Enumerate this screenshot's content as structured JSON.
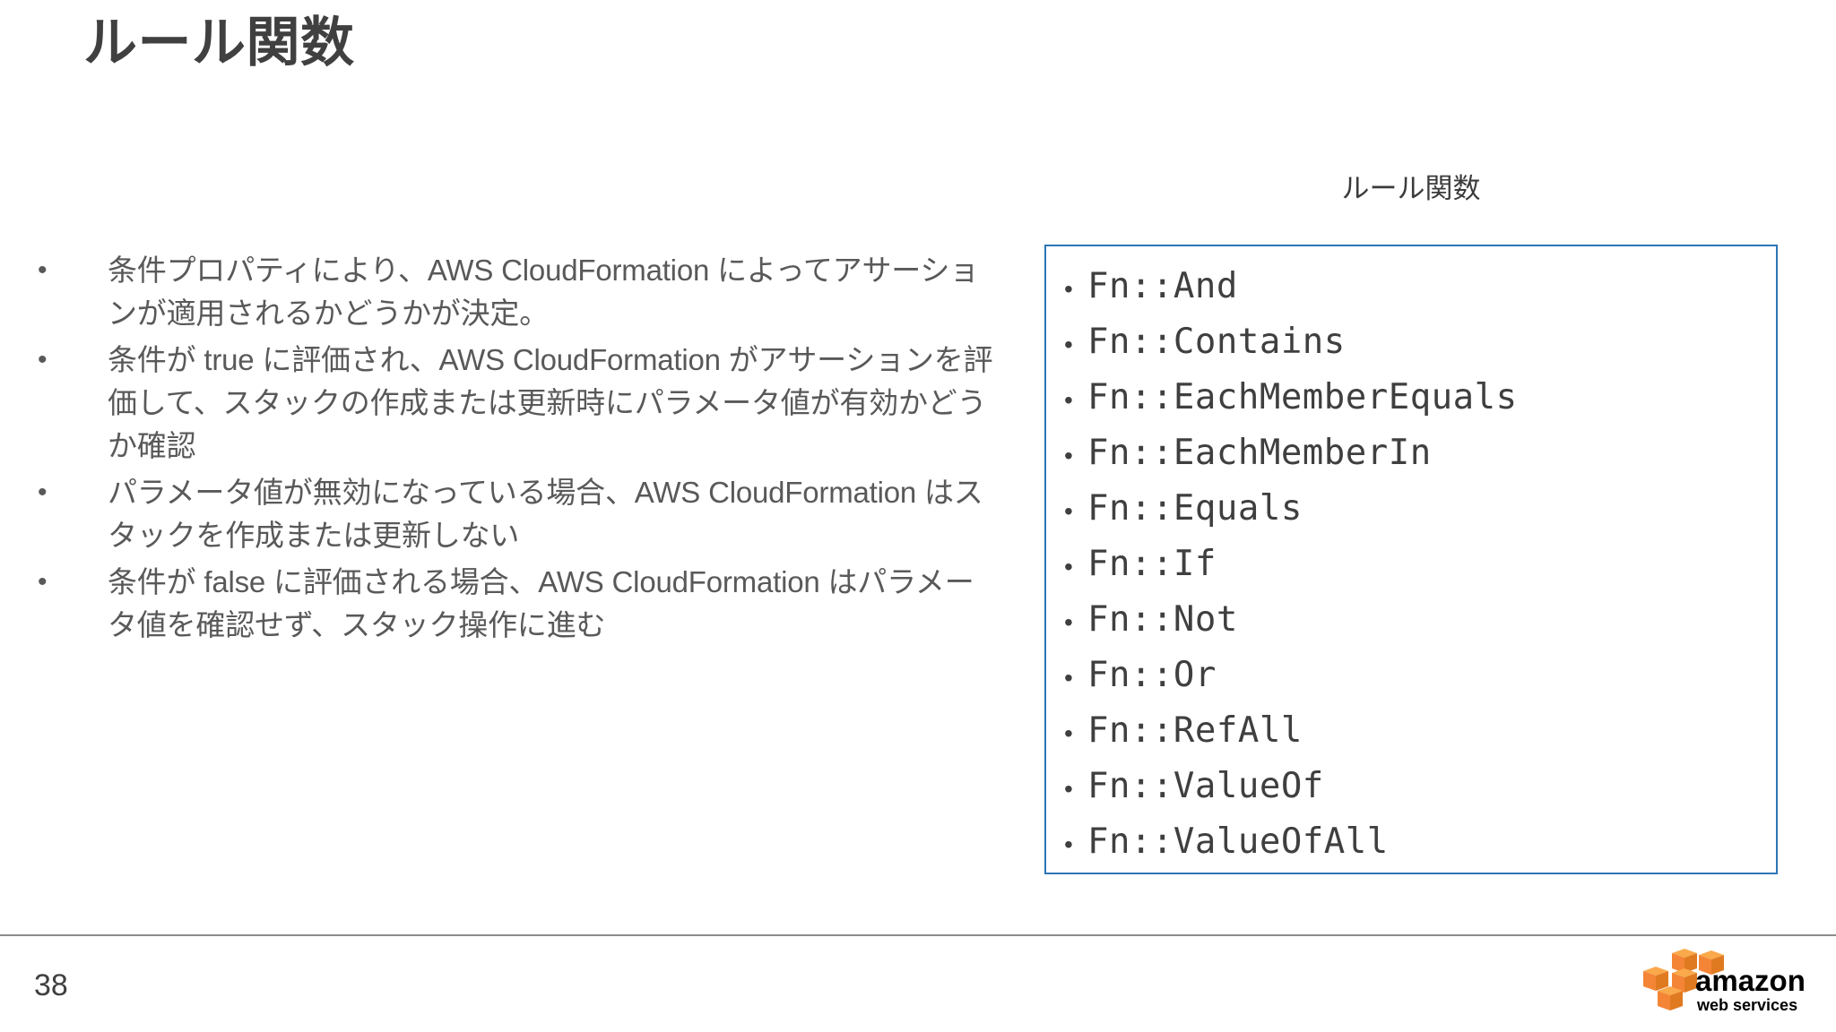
{
  "slide": {
    "title": "ルール関数",
    "page_number": "38"
  },
  "bullets": {
    "marker": "•",
    "items": [
      "条件プロパティにより、AWS CloudFormation によってアサーションが適用されるかどうかが決定。",
      "条件が true に評価され、AWS CloudFormation がアサーションを評価して、スタックの作成または更新時にパラメータ値が有効かどうか確認",
      "パラメータ値が無効になっている場合、AWS CloudFormation はスタックを作成または更新しない",
      "条件が false に評価される場合、AWS CloudFormation はパラメータ値を確認せず、スタック操作に進む"
    ]
  },
  "panel": {
    "heading": "ルール関数",
    "bullet": "•",
    "border_color": "#2e75b6",
    "functions": [
      "Fn::And",
      "Fn::Contains",
      "Fn::EachMemberEquals",
      "Fn::EachMemberIn",
      "Fn::Equals",
      "Fn::If",
      "Fn::Not",
      "Fn::Or",
      "Fn::RefAll",
      "Fn::ValueOf",
      "Fn::ValueOfAll"
    ]
  },
  "logo": {
    "wordmark": "amazon",
    "tagline": "web services",
    "cube_color": "#f58536",
    "cube_color_light": "#faa94b",
    "cube_color_dark": "#e07a21"
  },
  "colors": {
    "title": "#404040",
    "body_text": "#595959",
    "accent": "#2e75b6",
    "rule": "#8c8c8c"
  }
}
